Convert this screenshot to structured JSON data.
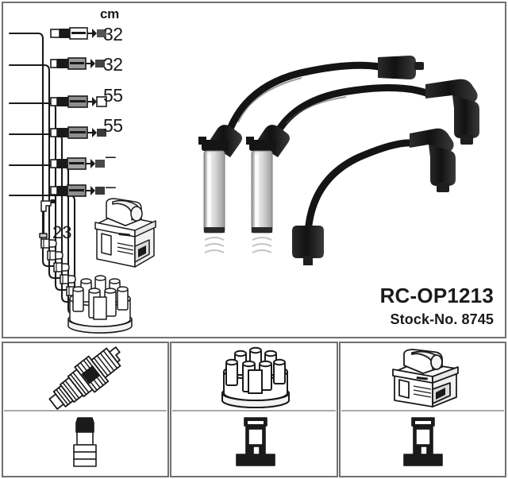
{
  "document": {
    "kind": "ignition-cable-set-product-diagram",
    "background_color": "#ffffff",
    "frame_color": "#6f7073",
    "ink_color": "#1a1a1a"
  },
  "header": {
    "unit_label": "cm"
  },
  "cable_schematic": {
    "rows": [
      {
        "index": 1,
        "length": "32"
      },
      {
        "index": 2,
        "length": "32"
      },
      {
        "index": 3,
        "length": "55"
      },
      {
        "index": 4,
        "length": "55"
      },
      {
        "index": 5,
        "length": "–"
      },
      {
        "index": 6,
        "length": "–"
      }
    ],
    "jumper_lead": {
      "length": "23",
      "name": "coil-to-distributor-jumper-lead"
    },
    "terminal_count": 6
  },
  "part_info": {
    "part_code": "RC-OP1213",
    "stock_label": "Stock-No. 8745"
  },
  "main_illustrations": [
    {
      "name": "ignition-coil-illustration"
    },
    {
      "name": "distributor-cap-illustration"
    },
    {
      "name": "ignition-lead-long-illustration"
    },
    {
      "name": "ignition-lead-medium-illustration"
    },
    {
      "name": "ignition-lead-short-illustration"
    }
  ],
  "legend_panels": [
    {
      "name": "spark-plug-panel",
      "top_icon": "spark-plug-icon",
      "bottom_icon": "spark-plug-terminal-icon"
    },
    {
      "name": "distributor-cap-panel",
      "top_icon": "distributor-cap-icon",
      "bottom_icon": "distributor-terminal-icon"
    },
    {
      "name": "ignition-coil-panel",
      "top_icon": "ignition-coil-icon",
      "bottom_icon": "coil-terminal-icon"
    }
  ]
}
